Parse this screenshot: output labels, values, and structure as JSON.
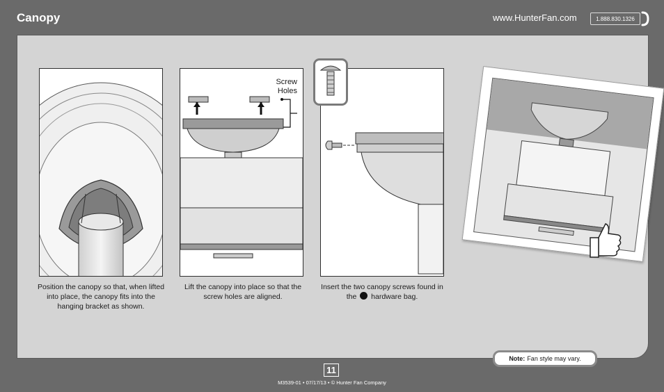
{
  "header": {
    "title": "Canopy",
    "url": "www.HunterFan.com",
    "phone": "1.888.830.1326"
  },
  "steps": [
    {
      "caption": "Position the canopy so that, when lifted into place, the canopy fits into the hanging bracket as shown."
    },
    {
      "caption": "Lift the canopy into place so that the screw holes are aligned.",
      "callout_line1": "Screw",
      "callout_line2": "Holes"
    },
    {
      "caption_part1": "Insert the two canopy screws found in the",
      "caption_part2": "hardware bag."
    }
  ],
  "note": {
    "label": "Note:",
    "text": "Fan style may vary."
  },
  "page_number": "11",
  "footer": "M3539-01 • 07/17/13 • © Hunter Fan Company",
  "colors": {
    "background": "#6a6a6a",
    "panel": "#d4d4d4",
    "frame_border": "#2e2e2e"
  }
}
